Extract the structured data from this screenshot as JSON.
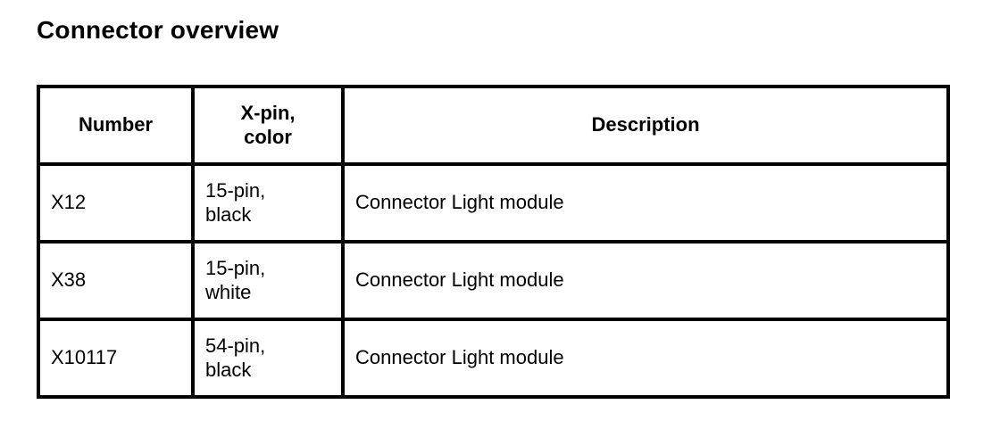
{
  "page": {
    "title": "Connector overview"
  },
  "table": {
    "columns": [
      {
        "label": "Number"
      },
      {
        "label": "X-pin,\ncolor"
      },
      {
        "label": "Description"
      }
    ],
    "rows": [
      {
        "number": "X12",
        "pin_color": "15-pin,\nblack",
        "description": "Connector Light module"
      },
      {
        "number": "X38",
        "pin_color": "15-pin,\nwhite",
        "description": "Connector Light module"
      },
      {
        "number": "X10117",
        "pin_color": "54-pin,\nblack",
        "description": "Connector Light module"
      }
    ]
  },
  "colors": {
    "text": "#000000",
    "border": "#000000",
    "background": "#ffffff"
  }
}
